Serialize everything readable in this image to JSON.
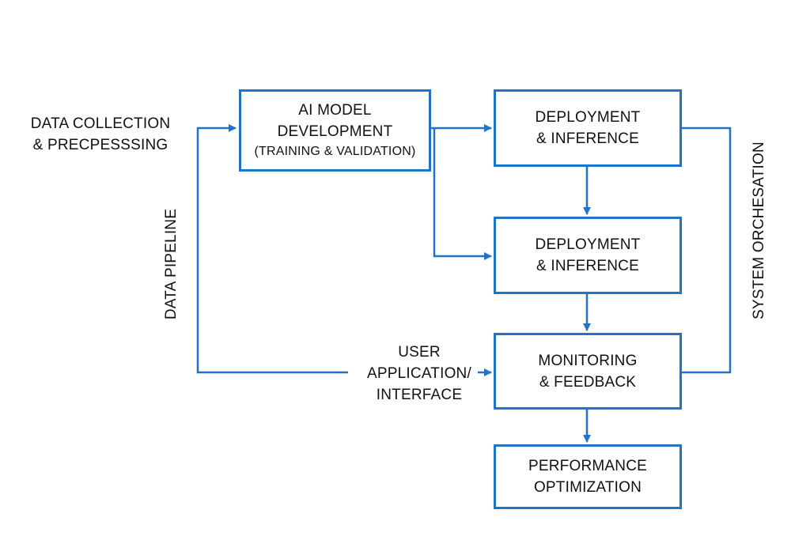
{
  "colors": {
    "accent": "#1f74c9",
    "text": "#111111",
    "background": "#ffffff"
  },
  "labels": {
    "data_collection": [
      "DATA COLLECTION",
      "& PRECPESSSING"
    ],
    "user_application": [
      "USER",
      "APPLICATION/",
      "INTERFACE"
    ],
    "data_pipeline": "DATA PIPELINE",
    "system_orchestration": "SYSTEM ORCHESATION"
  },
  "boxes": {
    "ai_model": {
      "line1": "AI MODEL",
      "line2": "DEVELOPMENT",
      "line3": "(TRAINING & VALIDATION)"
    },
    "deployment_top": {
      "line1": "DEPLOYMENT",
      "line2": "& INFERENCE"
    },
    "deployment_middle": {
      "line1": "DEPLOYMENT",
      "line2": "& INFERENCE"
    },
    "monitoring": {
      "line1": "MONITORING",
      "line2": "& FEEDBACK"
    },
    "performance": {
      "line1": "PERFORMANCE",
      "line2": "OPTIMIZATION"
    }
  }
}
